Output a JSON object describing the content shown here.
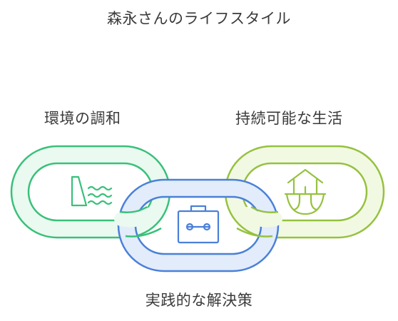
{
  "title": "森永さんのライフスタイル",
  "nodes": {
    "left": {
      "label": "環境の調和",
      "icon": "dam-water-icon",
      "color": "#39c07a",
      "fill": "#eafaf0"
    },
    "middle": {
      "label": "実践的な解決策",
      "icon": "toolbox-icon",
      "color": "#4a80d8",
      "fill": "#e2ecfa"
    },
    "right": {
      "label": "持続可能な生活",
      "icon": "house-plant-icon",
      "color": "#95c23f",
      "fill": "#f2f9e3"
    }
  }
}
